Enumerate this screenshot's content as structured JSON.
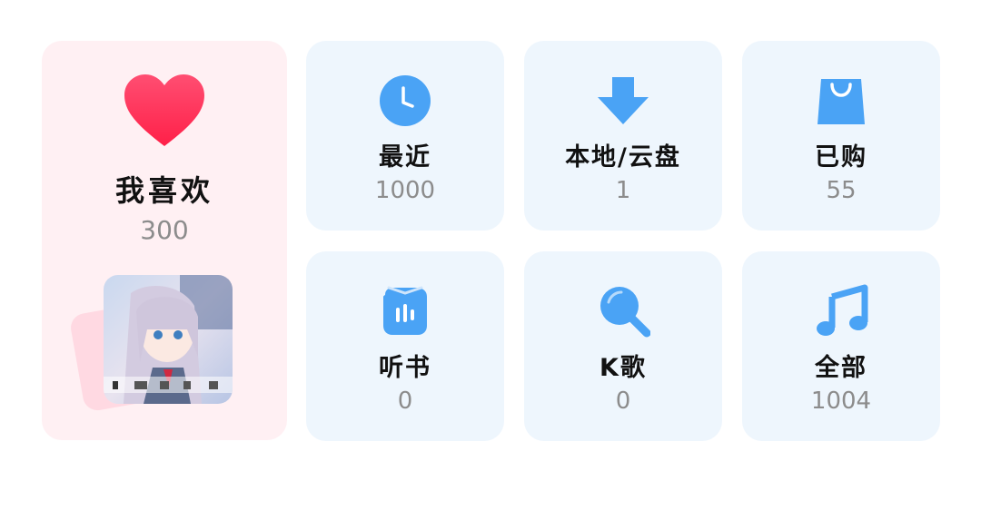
{
  "favorites": {
    "title": "我喜欢",
    "count": "300",
    "icon": "heart-icon",
    "cover_icon": "album-cover",
    "accent": "#ff2d55",
    "background": "#fff0f3"
  },
  "tiles": [
    {
      "title": "最近",
      "count": "1000",
      "icon": "clock-icon"
    },
    {
      "title": "本地/云盘",
      "count": "1",
      "icon": "download-icon"
    },
    {
      "title": "已购",
      "count": "55",
      "icon": "shopping-bag-icon"
    },
    {
      "title": "听书",
      "count": "0",
      "icon": "audiobook-icon"
    },
    {
      "title": "K歌",
      "count": "0",
      "icon": "karaoke-mic-icon"
    },
    {
      "title": "全部",
      "count": "1004",
      "icon": "music-note-icon"
    }
  ],
  "colors": {
    "tile_background": "#eef6fd",
    "icon_blue": "#3d9cf5",
    "count_gray": "#8c8c8c"
  }
}
